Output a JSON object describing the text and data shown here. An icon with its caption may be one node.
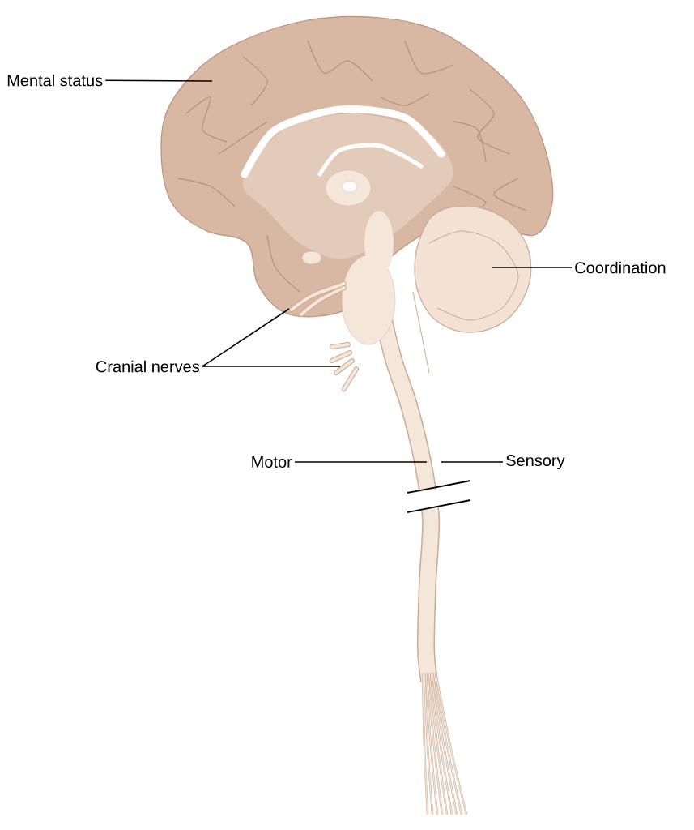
{
  "diagram": {
    "nodes": [
      {
        "text": [
          "Mental status"
        ]
      },
      {
        "text": [
          "Coordination"
        ]
      },
      {
        "text": [
          "Cranial nerves"
        ]
      },
      {
        "text": [
          "Motor"
        ]
      },
      {
        "text": [
          "Sensory"
        ]
      }
    ],
    "edges": [
      {
        "from": 0,
        "to": null,
        "arrow": "none"
      },
      {
        "from": 1,
        "to": null,
        "arrow": "none"
      },
      {
        "from": 2,
        "to": null,
        "arrow": "none"
      },
      {
        "from": 2,
        "to": null,
        "arrow": "none"
      },
      {
        "from": 3,
        "to": null,
        "arrow": "none"
      },
      {
        "from": 4,
        "to": null,
        "arrow": "none"
      }
    ]
  }
}
